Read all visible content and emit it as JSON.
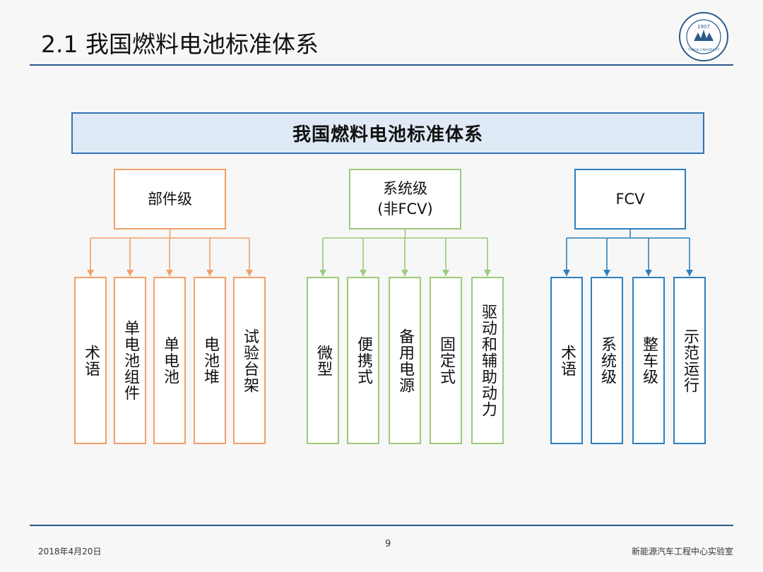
{
  "slide": {
    "title": "2.1 我国燃料电池标准体系"
  },
  "logo": {
    "name": "university-logo",
    "year": "1907",
    "text": "TONGJI UNIVERSITY"
  },
  "diagram": {
    "root": "我国燃料电池标准体系",
    "groups": [
      {
        "label": "部件级",
        "color": "#f0a06a",
        "children": [
          "术语",
          "单电池组件",
          "单电池",
          "电池堆",
          "试验台架"
        ]
      },
      {
        "label": "系统级\n(非FCV)",
        "color": "#9cc97a",
        "children": [
          "微型",
          "便携式",
          "备用电源",
          "固定式",
          "驱动和辅助动力"
        ]
      },
      {
        "label": "FCV",
        "color": "#2d7fbd",
        "children": [
          "术语",
          "系统级",
          "整车级",
          "示范运行"
        ]
      }
    ]
  },
  "footer": {
    "date": "2018年4月20日",
    "page": "9",
    "org": "新能源汽车工程中心实验室"
  }
}
